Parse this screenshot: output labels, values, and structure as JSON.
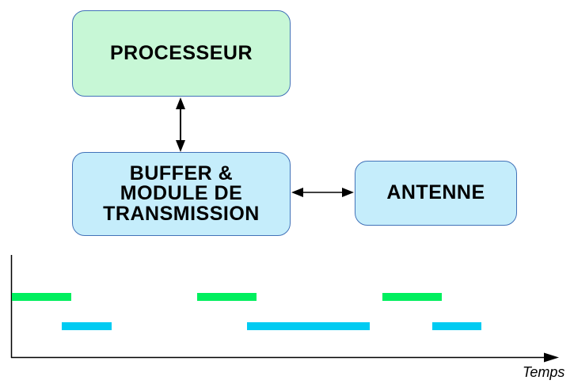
{
  "diagram": {
    "nodes": {
      "processeur": {
        "label": "PROCESSEUR",
        "fill": "#c7f7d6"
      },
      "buffer": {
        "label": "BUFFER &\nMODULE DE\nTRANSMISSION",
        "fill": "#c5edfb"
      },
      "antenne": {
        "label": "ANTENNE",
        "fill": "#c5edfb"
      }
    },
    "edges": [
      {
        "from": "processeur",
        "to": "buffer",
        "direction": "bidirectional"
      },
      {
        "from": "buffer",
        "to": "antenne",
        "direction": "bidirectional"
      }
    ],
    "border_color": "#4272b8",
    "arrow_color": "#000000"
  },
  "chart_data": {
    "type": "timeline",
    "title": "",
    "xlabel": "Temps",
    "ylabel": "",
    "x_axis": {
      "range_units": [
        0,
        100
      ],
      "arrow": true,
      "ticks": "none",
      "grid": false
    },
    "legend": "none",
    "series": [
      {
        "name": "processeur-active",
        "color": "#00ef5e",
        "row": 0,
        "intervals": [
          [
            0,
            10.9
          ],
          [
            33.9,
            44.8
          ],
          [
            67.8,
            78.7
          ]
        ]
      },
      {
        "name": "transmission-active",
        "color": "#00cbf2",
        "row": 1,
        "intervals": [
          [
            9.1,
            18.3
          ],
          [
            43.0,
            65.5
          ],
          [
            77.0,
            86.0
          ]
        ]
      }
    ]
  }
}
